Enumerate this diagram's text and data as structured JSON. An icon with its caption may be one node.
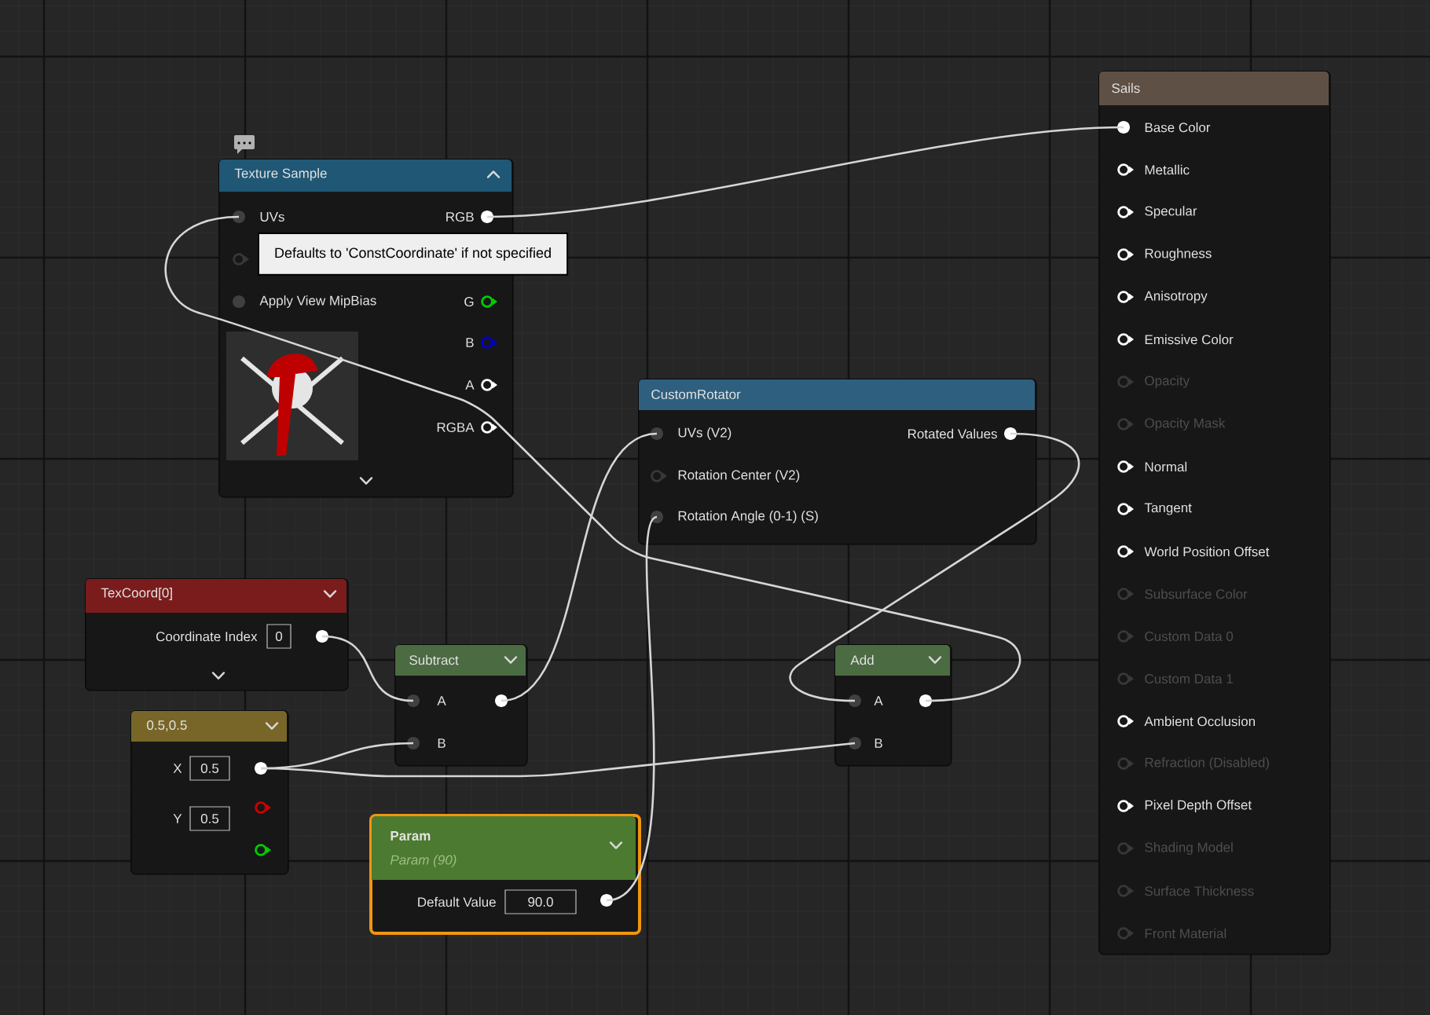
{
  "diagram": {
    "nodes": [
      {
        "text": [
          "Sails",
          "Base Color",
          "Metallic",
          "Specular",
          "Roughness",
          "Anisotropy",
          "Emissive Color",
          "Opacity",
          "Opacity Mask",
          "Normal",
          "Tangent",
          "World Position Offset",
          "Subsurface Color",
          "Custom Data 0",
          "Custom Data 1",
          "Ambient Occlusion",
          "Refraction (Disabled)",
          "Pixel Depth Offset",
          "Shading Model",
          "Surface Thickness",
          "Front Material"
        ]
      },
      {
        "text": [
          "Texture Sample",
          "UVs",
          "RGB",
          "Apply View MipBias",
          "G",
          "B",
          "A",
          "RGBA"
        ]
      },
      {
        "text": [
          "Defaults to 'ConstCoordinate' if not specified"
        ]
      },
      {
        "text": [
          "CustomRotator",
          "UVs (V2)",
          "Rotated Values",
          "Rotation Center (V2)",
          "Rotation Angle (0-1) (S)"
        ]
      },
      {
        "text": [
          "TexCoord[0]",
          "Coordinate Index",
          "0"
        ]
      },
      {
        "text": [
          "Subtract",
          "A",
          "B"
        ]
      },
      {
        "text": [
          "Add",
          "A",
          "B"
        ]
      },
      {
        "text": [
          "0.5,0.5",
          "X",
          "0.5",
          "Y",
          "0.5"
        ]
      },
      {
        "text": [
          "Param",
          "Param (90)",
          "Default Value",
          "90.0"
        ]
      }
    ],
    "edges": [
      {
        "from": 1,
        "to": 0,
        "arrow": "none"
      },
      {
        "from": 6,
        "to": 1,
        "arrow": "none"
      },
      {
        "from": 3,
        "to": 6,
        "arrow": "none"
      },
      {
        "from": 4,
        "to": 5,
        "arrow": "none"
      },
      {
        "from": 7,
        "to": 5,
        "arrow": "none"
      },
      {
        "from": 7,
        "to": 6,
        "arrow": "none"
      },
      {
        "from": 5,
        "to": 3,
        "arrow": "none"
      },
      {
        "from": 8,
        "to": 3,
        "arrow": "none"
      }
    ]
  }
}
